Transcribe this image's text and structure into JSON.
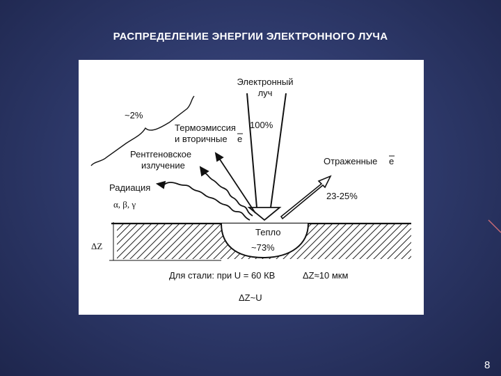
{
  "slide": {
    "title": "РАСПРЕДЕЛЕНИЕ ЭНЕРГИИ ЭЛЕКТРОННОГО ЛУЧА",
    "page_number": "8"
  },
  "diagram": {
    "beam_label_line1": "Электронный",
    "beam_label_line2": "луч",
    "beam_percent": "100%",
    "brace_percent": "~2%",
    "thermo_line1": "Термоэмиссия",
    "thermo_line2": "и вторичные",
    "thermo_e": "е",
    "xray_line1": "Рентгеновское",
    "xray_line2": "излучение",
    "radiation_label": "Радиация",
    "radiation_symbols": "α, β, γ",
    "reflected_label": "Отраженные",
    "reflected_e": "е",
    "reflected_percent": "23-25%",
    "heat_label": "Тепло",
    "heat_percent": "~73%",
    "delta_z_label": "ΔZ",
    "steel_note": "Для стали:  при U = 60 КВ",
    "steel_depth": "ΔZ≈10 мкм",
    "relation": "ΔZ~U"
  },
  "colors": {
    "background": "#2c3767",
    "panel": "#ffffff",
    "ink": "#111111"
  }
}
